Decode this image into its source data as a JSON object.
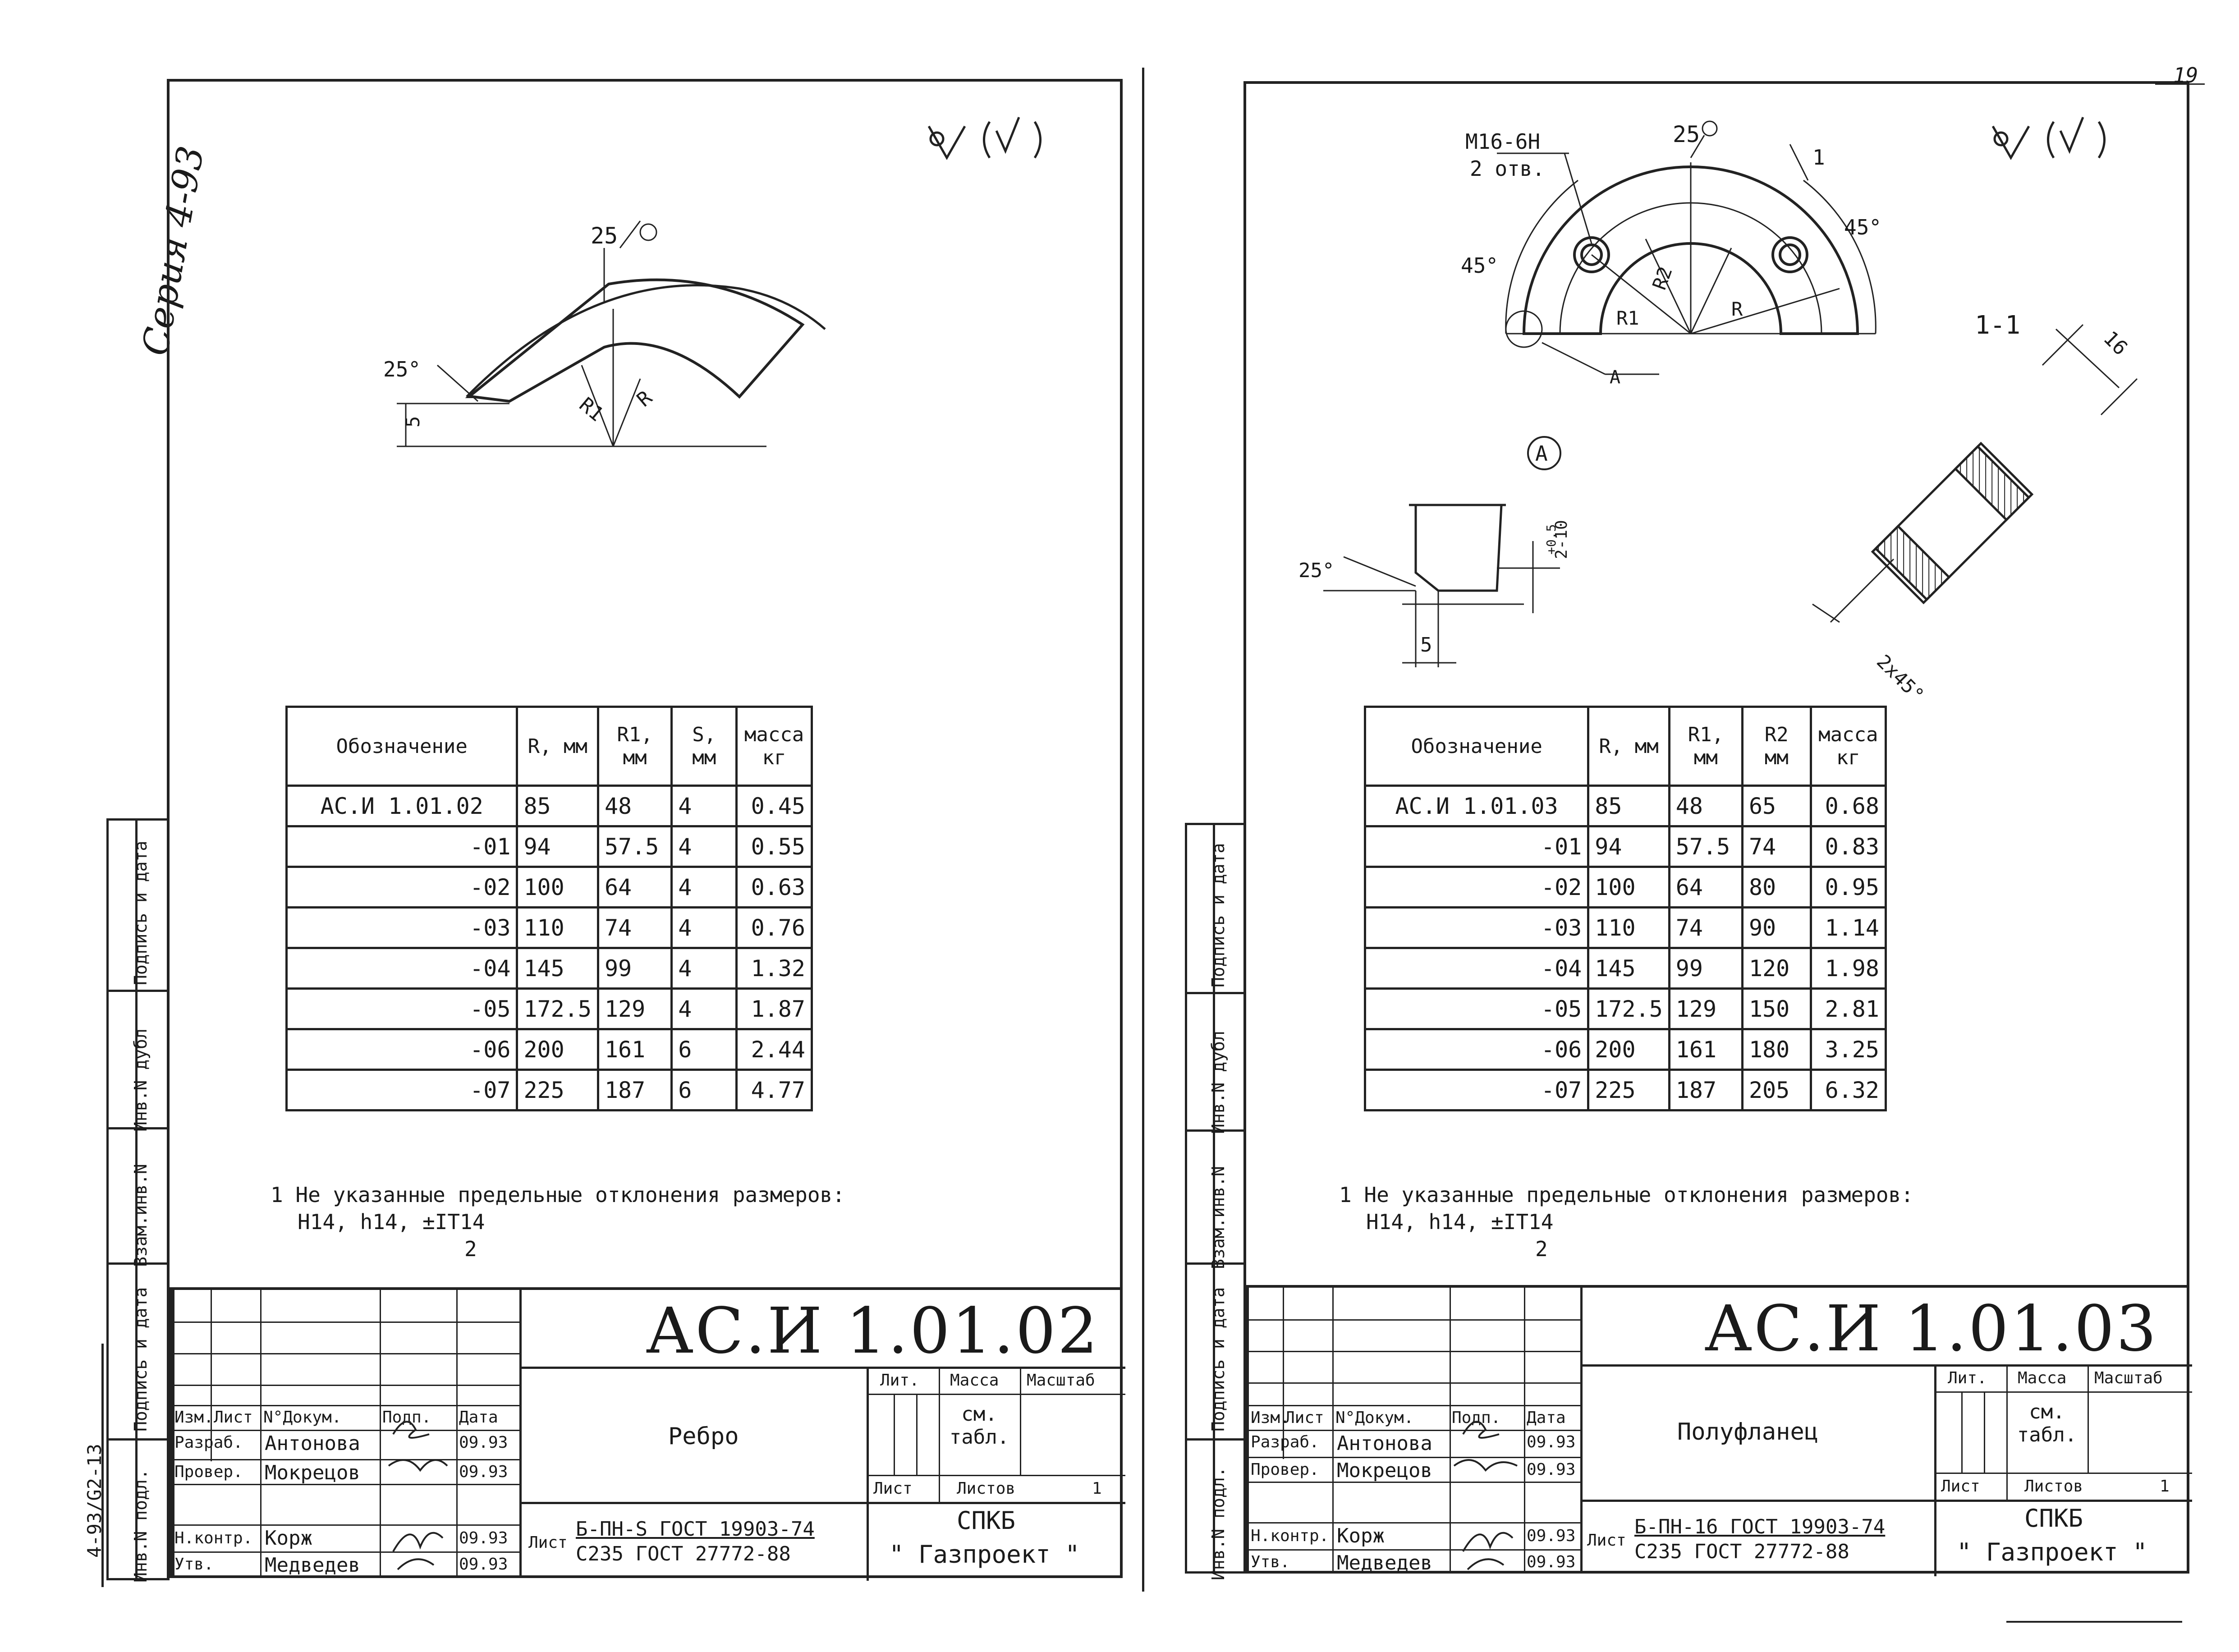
{
  "margin_left": {
    "series": "Серия 4-93",
    "archive": "4-93/G2-13"
  },
  "sheets": [
    {
      "id": "left",
      "table": {
        "headers": [
          "Обозначение",
          "R, мм",
          "R1, мм",
          "S, мм",
          "масса кг"
        ],
        "rows": [
          [
            "АС.И 1.01.02",
            "85",
            "48",
            "4",
            "0.45"
          ],
          [
            "-01",
            "94",
            "57.5",
            "4",
            "0.55"
          ],
          [
            "-02",
            "100",
            "64",
            "4",
            "0.63"
          ],
          [
            "-03",
            "110",
            "74",
            "4",
            "0.76"
          ],
          [
            "-04",
            "145",
            "99",
            "4",
            "1.32"
          ],
          [
            "-05",
            "172.5",
            "129",
            "4",
            "1.87"
          ],
          [
            "-06",
            "200",
            "161",
            "6",
            "2.44"
          ],
          [
            "-07",
            "225",
            "187",
            "6",
            "4.77"
          ]
        ]
      },
      "note_line1": "1 Не указанные предельные отклонения размеров:",
      "note_line2": "H14, h14, ±IT14",
      "note_line3": "2",
      "drawing_labels": {
        "d25": "25",
        "angle": "25°",
        "d5": "5",
        "r1": "R1",
        "r": "R"
      },
      "stamp": {
        "code": "АС.И 1.01.02",
        "title": "Ребро",
        "material1": "Б-ПН-S ГОСТ 19903-74",
        "material2": "С235 ГОСТ 27772-88",
        "org1": "СПКБ",
        "org2": "\" Газпроект \"",
        "mass": "см. табл.",
        "sheets_total": "1"
      }
    },
    {
      "id": "right",
      "table": {
        "headers": [
          "Обозначение",
          "R, мм",
          "R1, мм",
          "R2 мм",
          "масса кг"
        ],
        "rows": [
          [
            "АС.И 1.01.03",
            "85",
            "48",
            "65",
            "0.68"
          ],
          [
            "-01",
            "94",
            "57.5",
            "74",
            "0.83"
          ],
          [
            "-02",
            "100",
            "64",
            "80",
            "0.95"
          ],
          [
            "-03",
            "110",
            "74",
            "90",
            "1.14"
          ],
          [
            "-04",
            "145",
            "99",
            "120",
            "1.98"
          ],
          [
            "-05",
            "172.5",
            "129",
            "150",
            "2.81"
          ],
          [
            "-06",
            "200",
            "161",
            "180",
            "3.25"
          ],
          [
            "-07",
            "225",
            "187",
            "205",
            "6.32"
          ]
        ]
      },
      "note_line1": "1 Не указанные предельные отклонения размеров:",
      "note_line2": "H14, h14, ±IT14",
      "note_line3": "2",
      "drawing_labels": {
        "thread": "М16-6Н",
        "holes": "2 отв.",
        "d25": "25",
        "one": "1",
        "a45l": "45°",
        "a45r": "45°",
        "r1": "R1",
        "r2": "R2",
        "r": "R",
        "a": "А",
        "section": "1-1",
        "d16": "16",
        "chamfer": "2х45°",
        "angle": "25°",
        "d5": "5",
        "tol": "2-10",
        "tol_sup": "+0.5"
      },
      "stamp": {
        "code": "АС.И 1.01.03",
        "title": "Полуфланец",
        "material1": "Б-ПН-16 ГОСТ 19903-74",
        "material2": "С235 ГОСТ 27772-88",
        "org1": "СПКБ",
        "org2": "\" Газпроект \"",
        "mass": "см. табл.",
        "sheets_total": "1"
      }
    }
  ],
  "stamp_labels": {
    "izm": "Изм.",
    "list": "Лист",
    "ndok": "N°Докум.",
    "podp": "Подп.",
    "data": "Дата",
    "razrab": "Разраб.",
    "prover": "Провер.",
    "nkontr": "Н.контр.",
    "utv": "Утв.",
    "lit": "Лит.",
    "massa": "Масса",
    "masshtab": "Масштаб",
    "listov": "Листов",
    "list_word": "Лист"
  },
  "people": [
    {
      "role": "Разраб.",
      "name": "Антонова",
      "date": "09.93"
    },
    {
      "role": "Провер.",
      "name": "Мокрецов",
      "date": "09.93"
    },
    {
      "role": "Н.контр.",
      "name": "Корж",
      "date": "09.93"
    },
    {
      "role": "Утв.",
      "name": "Медведев",
      "date": "09.93"
    }
  ],
  "side_columns": [
    "Подпись и дата",
    "Инв.N дубл",
    "Взам.инв.N",
    "Подпись и дата",
    "Инв.N подл."
  ],
  "page_number": "19"
}
